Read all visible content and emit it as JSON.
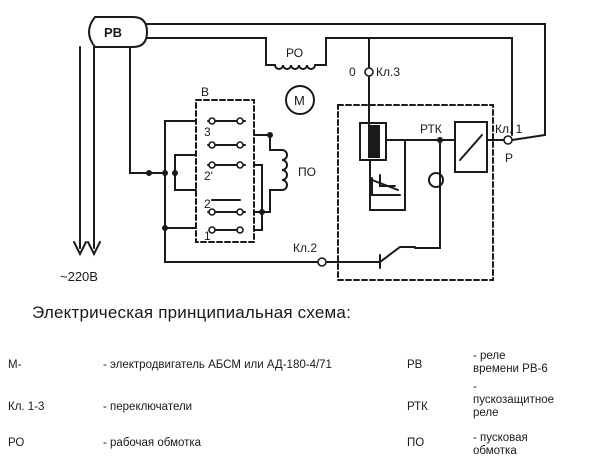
{
  "labels": {
    "rv": "РВ",
    "ro": "РО",
    "motor": "М",
    "b": "В",
    "contact3": "3",
    "contact2prime": "2'",
    "contact2": "2",
    "contact1": "1",
    "po": "ПО",
    "kl1": "Кл. 1",
    "kl2": "Кл.2",
    "kl3": "Кл.3",
    "zero": "0",
    "rtk": "РТК",
    "p": "Р",
    "supply": "~220В"
  },
  "caption": "Электрическая принципиальная схема:",
  "legend": [
    {
      "code": "М-",
      "desc": "- электродвигатель АБСМ или АД-180-4/71"
    },
    {
      "code": "Кл. 1-3",
      "desc": "- переключатели"
    },
    {
      "code": "РО",
      "desc": "- рабочая обмотка"
    }
  ],
  "legend_right": [
    {
      "code": "РВ",
      "desc": "- реле\nвремени РВ-6"
    },
    {
      "code": "РТК",
      "desc": "-\nпускозащитное\nреле"
    },
    {
      "code": "ПО",
      "desc": "- пусковая\nобмотка"
    }
  ]
}
